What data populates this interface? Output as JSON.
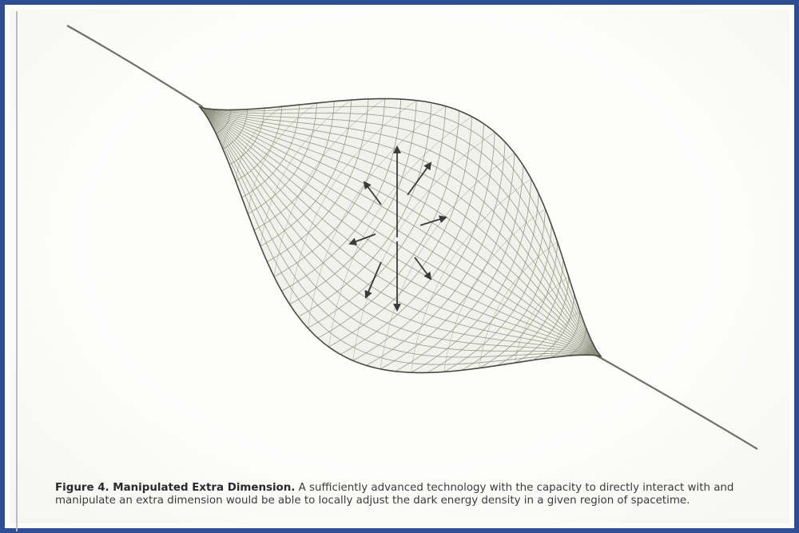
{
  "caption": {
    "label": "Figure 4. Manipulated Extra Dimension.",
    "text": "A sufficiently advanced technology with the capacity to directly interact with and manipulate an extra dimension would be able to locally adjust the dark energy density in a given region of spacetime."
  },
  "figure": {
    "depicts": "manipulated-extra-dimension-bulge",
    "arrow_count": 8,
    "colors": {
      "border": "#2e4f94",
      "mesh": "#8a8d79",
      "outline": "#4a4a44",
      "arrows": "#3a3a3a"
    }
  }
}
